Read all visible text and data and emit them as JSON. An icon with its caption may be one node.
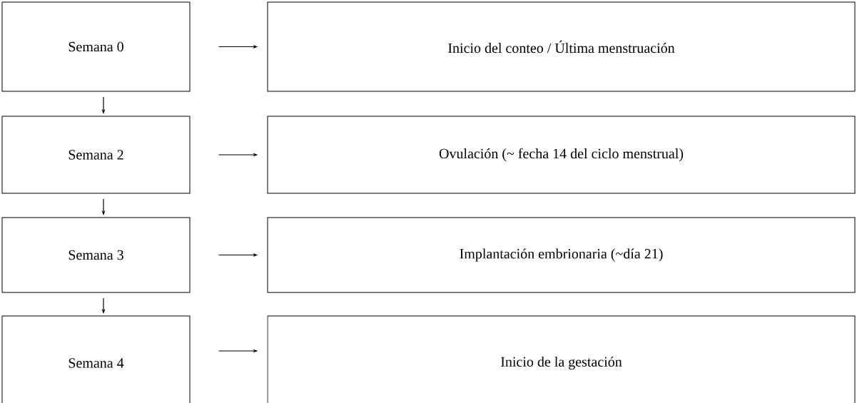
{
  "diagram": {
    "nodes": [
      {
        "text": [
          "Semana 0"
        ]
      },
      {
        "text": [
          "Inicio del conteo / Última menstruación"
        ]
      },
      {
        "text": [
          "Semana 2"
        ]
      },
      {
        "text": [
          "Ovulación (~ fecha 14 del ciclo menstrual)"
        ]
      },
      {
        "text": [
          "Semana 3"
        ]
      },
      {
        "text": [
          "Implantación embrionaria (~día 21)"
        ]
      },
      {
        "text": [
          "Semana 4"
        ]
      },
      {
        "text": [
          "Inicio de la gestación"
        ]
      }
    ],
    "edges": [
      {
        "from": 0,
        "to": 1,
        "arrow": "to"
      },
      {
        "from": 0,
        "to": 2,
        "arrow": "to"
      },
      {
        "from": 2,
        "to": 3,
        "arrow": "to"
      },
      {
        "from": 2,
        "to": 4,
        "arrow": "to"
      },
      {
        "from": 4,
        "to": 5,
        "arrow": "to"
      },
      {
        "from": 4,
        "to": 6,
        "arrow": "to"
      },
      {
        "from": 6,
        "to": 7,
        "arrow": "to"
      }
    ]
  }
}
